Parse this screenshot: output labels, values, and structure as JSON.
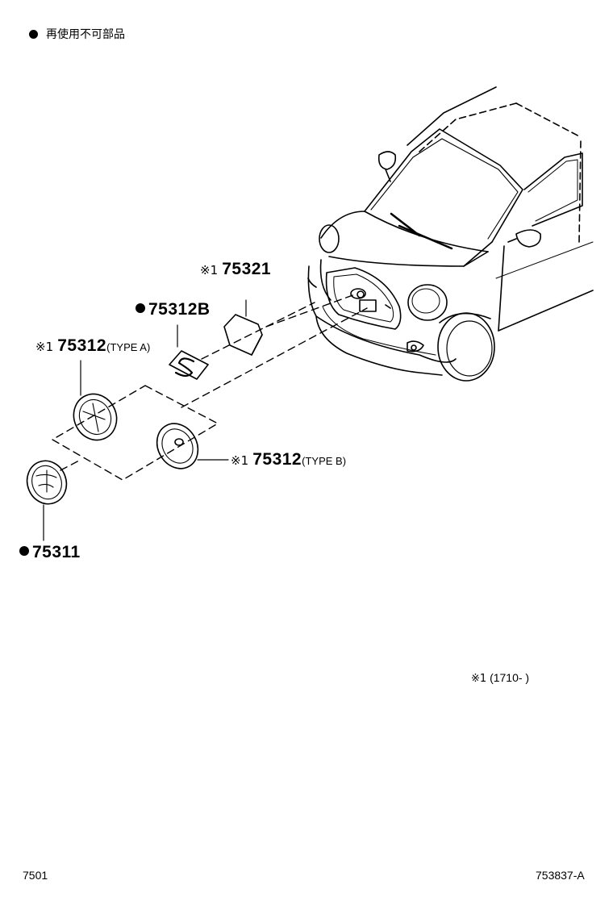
{
  "legend": {
    "marker": "●",
    "text": "再使用不可部品"
  },
  "callouts": {
    "p75321": {
      "prefix": "※1",
      "part": "75321",
      "suffix": ""
    },
    "p75312B": {
      "prefix": "●",
      "part": "75312B",
      "suffix": ""
    },
    "p75312a": {
      "prefix": "※1",
      "part": "75312",
      "suffix": "(TYPE A)"
    },
    "p75312b": {
      "prefix": "※1",
      "part": "75312",
      "suffix": "(TYPE B)"
    },
    "p75311": {
      "prefix": "●",
      "part": "75311",
      "suffix": ""
    }
  },
  "note": {
    "mark": "※1",
    "text": "(1710-      )"
  },
  "footer": {
    "left": "7501",
    "right": "753837-A"
  }
}
